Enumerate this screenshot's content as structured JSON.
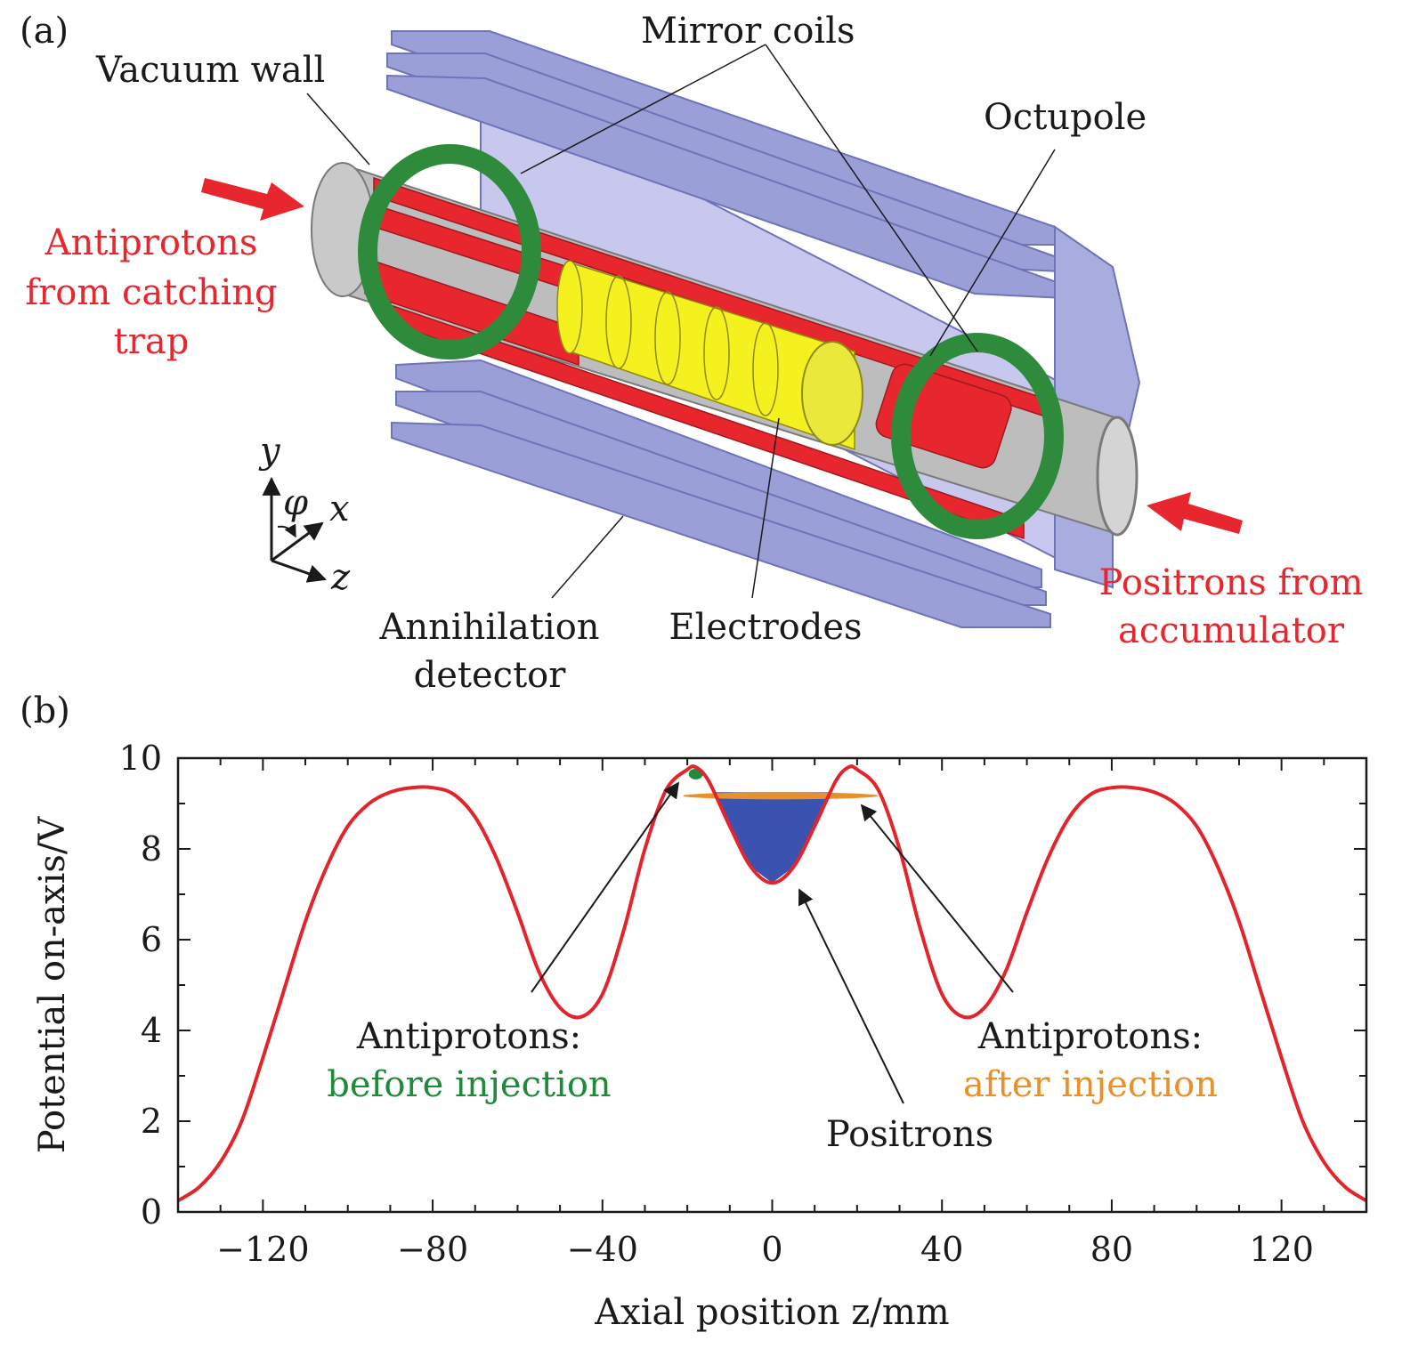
{
  "panel_a": {
    "tag": "(a)",
    "labels": {
      "mirror_coils": "Mirror coils",
      "vacuum_wall": "Vacuum wall",
      "octupole": "Octupole",
      "antiprotons_line1": "Antiprotons",
      "antiprotons_line2": "from catching",
      "antiprotons_line3": "trap",
      "positrons_line1": "Positrons from",
      "positrons_line2": "accumulator",
      "annihilation_line1": "Annihilation",
      "annihilation_line2": "detector",
      "electrodes": "Electrodes"
    },
    "axes": {
      "y": "y",
      "phi": "φ",
      "x": "x",
      "z": "z"
    },
    "colors": {
      "detector": "#9b9fd8",
      "detector_light": "#c8c8ee",
      "octupole": "#e8262d",
      "coil": "#2e8b3c",
      "coil_dark": "#1f6a2b",
      "electrodes": "#f4f11e",
      "wall": "#bdbdbd",
      "arrow": "#e8262d",
      "label_red": "#e8262d"
    }
  },
  "panel_b": {
    "tag": "(b)",
    "annotations": {
      "antiprotons_before_line1": "Antiprotons:",
      "antiprotons_before_line2": "before injection",
      "antiprotons_after_line1": "Antiprotons:",
      "antiprotons_after_line2": "after injection",
      "positrons": "Positrons"
    },
    "colors": {
      "curve": "#e3242b",
      "before": "#1f8a3a",
      "after": "#e8902a",
      "positrons_fill": "#3b53b0"
    }
  },
  "chart_data": {
    "type": "line",
    "xlabel": "Axial position z/mm",
    "ylabel": "Potential on-axis/V",
    "xlim": [
      -140,
      140
    ],
    "ylim": [
      0,
      10
    ],
    "xticks": [
      -120,
      -80,
      -40,
      0,
      40,
      80,
      120
    ],
    "xtick_labels": [
      "−120",
      "−80",
      "−40",
      "0",
      "40",
      "80",
      "120"
    ],
    "yticks": [
      0,
      2,
      4,
      6,
      8,
      10
    ],
    "ytick_labels": [
      "0",
      "2",
      "4",
      "6",
      "8",
      "10"
    ],
    "grid": false,
    "legend": "none",
    "series": [
      {
        "x": [
          -140,
          -135,
          -130,
          -125,
          -120,
          -115,
          -110,
          -105,
          -100,
          -95,
          -90,
          -85,
          -80,
          -75,
          -70,
          -65,
          -60,
          -55,
          -50,
          -45,
          -40,
          -35,
          -30,
          -25,
          -20,
          -18,
          -15,
          -10,
          -5,
          0,
          5,
          10,
          15,
          18,
          20,
          25,
          30,
          35,
          40,
          45,
          50,
          55,
          60,
          65,
          70,
          75,
          80,
          85,
          90,
          95,
          100,
          105,
          110,
          115,
          120,
          125,
          130,
          135,
          140
        ],
        "y": [
          0.25,
          0.55,
          1.1,
          2.0,
          3.4,
          4.9,
          6.4,
          7.6,
          8.5,
          9.0,
          9.25,
          9.35,
          9.35,
          9.2,
          8.7,
          7.8,
          6.6,
          5.3,
          4.5,
          4.3,
          4.8,
          6.2,
          8.0,
          9.3,
          9.75,
          9.8,
          9.5,
          8.5,
          7.6,
          7.25,
          7.6,
          8.5,
          9.5,
          9.8,
          9.75,
          9.3,
          8.0,
          6.2,
          4.8,
          4.3,
          4.5,
          5.3,
          6.6,
          7.8,
          8.7,
          9.2,
          9.35,
          9.35,
          9.25,
          9.0,
          8.5,
          7.6,
          6.4,
          4.9,
          3.4,
          2.0,
          1.1,
          0.55,
          0.25
        ]
      }
    ]
  }
}
